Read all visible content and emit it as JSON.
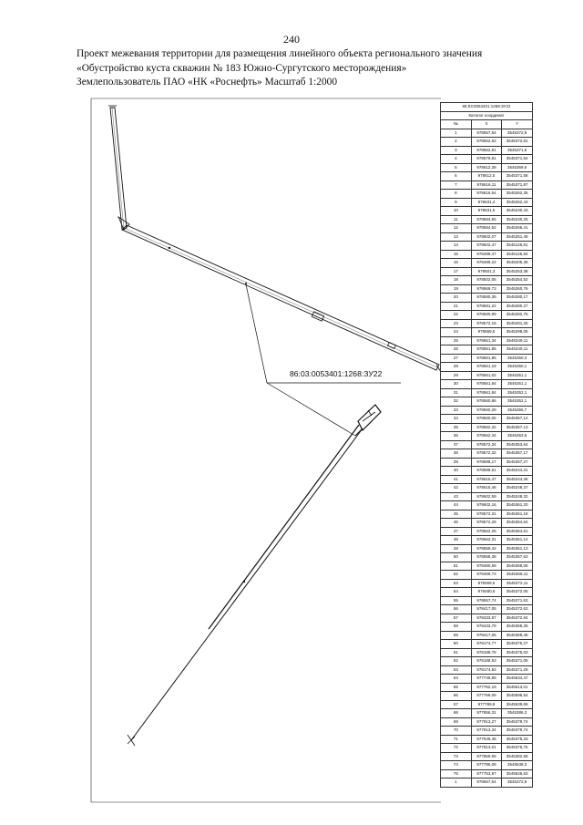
{
  "page_number": "240",
  "header": {
    "line1": "Проект межевания территории для размещения линейного объекта регионального значения",
    "line2": "«Обустройство куста скважин № 183 Южно-Сургутского месторождения»",
    "line3": "Землепользователь ПАО «НК «Роснефть» Масштаб 1:2000"
  },
  "map": {
    "parcel_label": "86:03:0053401:1268:ЗУ22"
  },
  "table": {
    "title": "86:03:0053401:1268:ЗУ22",
    "subtitle": "Каталог координат",
    "col_n": "№",
    "col_x": "X",
    "col_y": "Y",
    "rows": [
      [
        "1",
        "978557,54",
        "3545372,9"
      ],
      [
        "2",
        "978562,62",
        "3545372,81"
      ],
      [
        "3",
        "978562,81",
        "3545371,6"
      ],
      [
        "4",
        "978576,81",
        "3545371,54"
      ],
      [
        "5",
        "978612,39",
        "3545369,6"
      ],
      [
        "6",
        "978612,5",
        "3545371,58"
      ],
      [
        "7",
        "978616,11",
        "3545371,87"
      ],
      [
        "8",
        "978616,54",
        "3545262,35"
      ],
      [
        "9",
        "978631,4",
        "3545262,43"
      ],
      [
        "10",
        "978631,5",
        "3545230,43"
      ],
      [
        "11",
        "978584,65",
        "3545230,25"
      ],
      [
        "12",
        "978584,52",
        "3545266,41"
      ],
      [
        "13",
        "978502,07",
        "3545251,48"
      ],
      [
        "14",
        "978502,47",
        "3545126,81"
      ],
      [
        "15",
        "978499,47",
        "3545126,94"
      ],
      [
        "16",
        "978499,22",
        "3545205,38"
      ],
      [
        "17",
        "978501,3",
        "3545253,38"
      ],
      [
        "18",
        "978502,05",
        "3545254,52"
      ],
      [
        "19",
        "978569,73",
        "3545260,76"
      ],
      [
        "20",
        "978580,36",
        "3545280,17"
      ],
      [
        "21",
        "978581,22",
        "3545280,27"
      ],
      [
        "22",
        "978580,99",
        "3545282,75"
      ],
      [
        "23",
        "978572,18",
        "3545281,25"
      ],
      [
        "24",
        "978569,5",
        "3545298,05"
      ],
      [
        "25",
        "978561,34",
        "3545349,11"
      ],
      [
        "26",
        "978561,85",
        "3545349,11"
      ],
      [
        "27",
        "978561,85",
        "3545350,3"
      ],
      [
        "28",
        "978561,18",
        "3545350,1"
      ],
      [
        "29",
        "978561,02",
        "3545351,1"
      ],
      [
        "30",
        "978561,84",
        "3545351,1"
      ],
      [
        "31",
        "978561,84",
        "3545352,1"
      ],
      [
        "32",
        "978560,86",
        "3545352,1"
      ],
      [
        "33",
        "978560,29",
        "3545355,7"
      ],
      [
        "34",
        "978560,06",
        "3545357,12"
      ],
      [
        "35",
        "978562,32",
        "3545357,13"
      ],
      [
        "36",
        "978562,34",
        "3545353,6"
      ],
      [
        "37",
        "978572,34",
        "3545353,64"
      ],
      [
        "38",
        "978572,32",
        "3545357,17"
      ],
      [
        "39",
        "978598,17",
        "3545357,27"
      ],
      [
        "40",
        "978598,61",
        "3545244,31"
      ],
      [
        "41",
        "978615,47",
        "3545244,36"
      ],
      [
        "42",
        "978615,46",
        "3545248,37"
      ],
      [
        "43",
        "978602,59",
        "3545248,32"
      ],
      [
        "44",
        "978602,16",
        "3545361,20"
      ],
      [
        "45",
        "978572,31",
        "3545361,18"
      ],
      [
        "46",
        "978572,29",
        "3545364,64"
      ],
      [
        "47",
        "978562,29",
        "3545364,61"
      ],
      [
        "48",
        "978562,31",
        "3545361,14"
      ],
      [
        "49",
        "978559,42",
        "3545361,13"
      ],
      [
        "50",
        "978558,38",
        "3545367,63"
      ],
      [
        "51",
        "978480,58",
        "3545368,06"
      ],
      [
        "52",
        "978469,73",
        "3545368,11"
      ],
      [
        "53",
        "978469,6",
        "3545372,11"
      ],
      [
        "54",
        "978480,6",
        "3545372,05"
      ],
      [
        "55",
        "978557,74",
        "3545371,63"
      ],
      [
        "56",
        "978417,05",
        "3545372,63"
      ],
      [
        "57",
        "978433,87",
        "3545372,94"
      ],
      [
        "58",
        "978433,79",
        "3545368,35"
      ],
      [
        "59",
        "978417,06",
        "3545368,45"
      ],
      [
        "60",
        "978174,77",
        "3545375,27"
      ],
      [
        "61",
        "978188,78",
        "3545375,03"
      ],
      [
        "62",
        "978188,53",
        "3545371,05"
      ],
      [
        "63",
        "978174,52",
        "3545371,29"
      ],
      [
        "64",
        "977749,95",
        "3545634,47"
      ],
      [
        "65",
        "977762,19",
        "3545613,01"
      ],
      [
        "66",
        "977769,09",
        "3545596,54"
      ],
      [
        "67",
        "977789,8",
        "3545539,69"
      ],
      [
        "68",
        "977856,31",
        "3545386,3"
      ],
      [
        "69",
        "977913,27",
        "3545379,74"
      ],
      [
        "70",
        "977913,34",
        "3545379,74"
      ],
      [
        "71",
        "977949,48",
        "3545375,33"
      ],
      [
        "72",
        "977913,01",
        "3545375,76"
      ],
      [
        "73",
        "977859,55",
        "3545382,58"
      ],
      [
        "74",
        "977786,08",
        "3545538,3"
      ],
      [
        "75",
        "977753,87",
        "3545626,63"
      ],
      [
        "1",
        "978557,54",
        "3545372,9"
      ]
    ]
  }
}
